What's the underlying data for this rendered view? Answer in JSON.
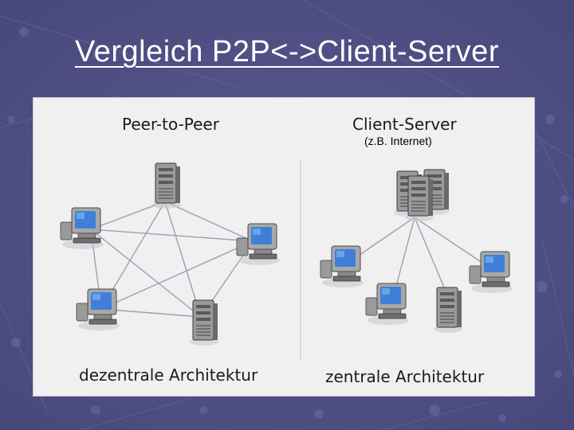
{
  "slide": {
    "title": "Vergleich P2P<->Client-Server"
  },
  "figure": {
    "p2p": {
      "heading": "Peer-to-Peer",
      "caption": "dezentrale Architektur"
    },
    "client_server": {
      "heading": "Client-Server",
      "subheading": "(z.B. Internet)",
      "caption": "zentrale Architektur"
    }
  },
  "colors": {
    "background": "#4f4f86",
    "title": "#ffffff",
    "monitor_screen": "#3f7fd8",
    "device_gray": "#8a8a8a",
    "link_line": "#9aa0b8"
  },
  "icons": {
    "peer_devices": [
      "server-icon",
      "computer-icon",
      "computer-icon",
      "computer-icon",
      "server-icon"
    ],
    "client_server_devices": [
      "server-cluster-icon",
      "computer-icon",
      "computer-icon",
      "server-icon",
      "computer-icon"
    ]
  }
}
